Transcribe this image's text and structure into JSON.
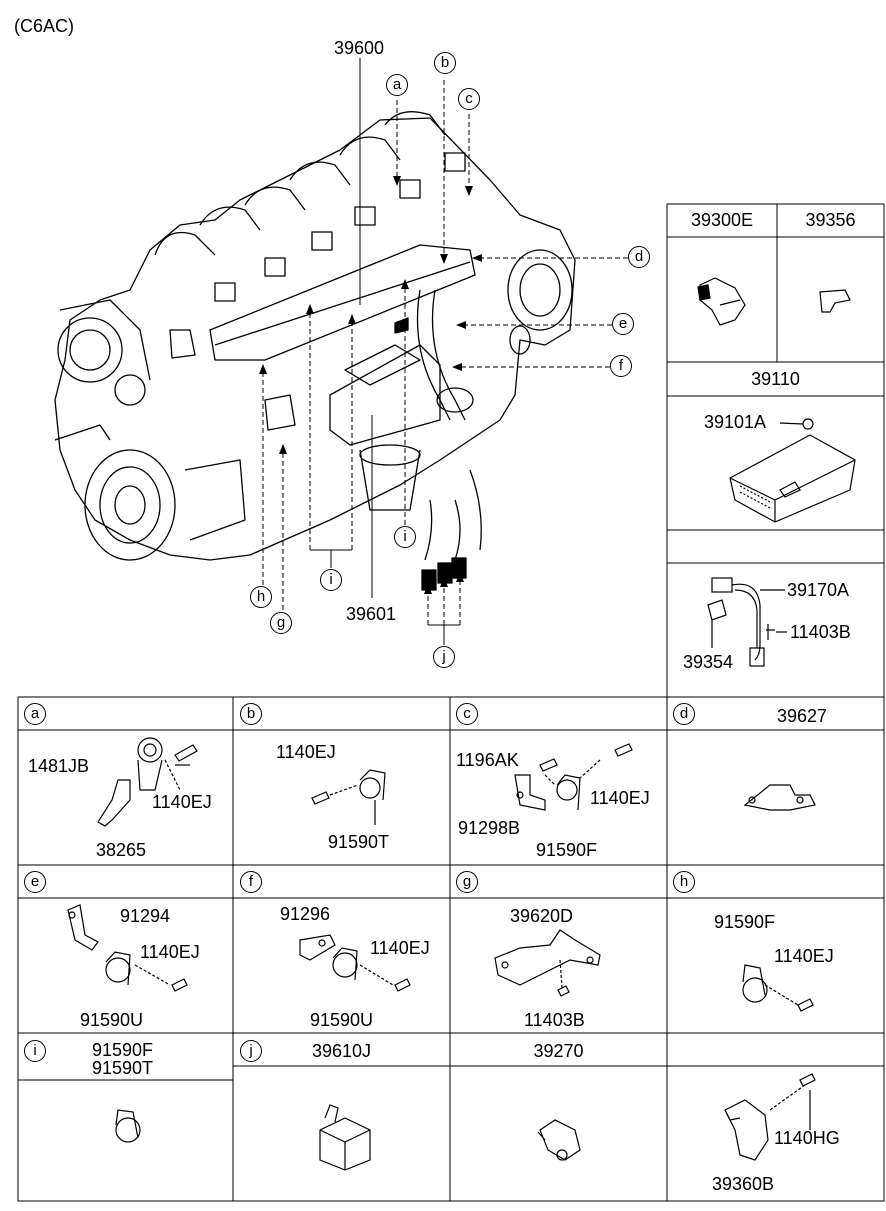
{
  "header": {
    "model_code": "(C6AC)"
  },
  "main_diagram": {
    "part_labels": {
      "harness": "39600",
      "bracket": "39601"
    },
    "callouts": [
      "a",
      "b",
      "c",
      "d",
      "e",
      "f",
      "g",
      "h",
      "i",
      "i",
      "j"
    ]
  },
  "side_panel": {
    "top_left": "39300E",
    "top_right": "39356",
    "unit_title": "39110",
    "unit_part": "39101A",
    "sensor_part": "39170A",
    "bracket_part": "39354",
    "bolt_part": "11403B"
  },
  "detail_grid": {
    "a": {
      "letter": "a",
      "parts": [
        "1481JB",
        "1140EJ",
        "38265"
      ]
    },
    "b": {
      "letter": "b",
      "parts": [
        "1140EJ",
        "91590T"
      ]
    },
    "c": {
      "letter": "c",
      "parts": [
        "1196AK",
        "1140EJ",
        "91298B",
        "91590F"
      ]
    },
    "d": {
      "letter": "d",
      "title": "39627"
    },
    "e": {
      "letter": "e",
      "parts": [
        "91294",
        "1140EJ",
        "91590U"
      ]
    },
    "f": {
      "letter": "f",
      "parts": [
        "91296",
        "1140EJ",
        "91590U"
      ]
    },
    "g": {
      "letter": "g",
      "parts": [
        "39620D",
        "11403B"
      ]
    },
    "h": {
      "letter": "h",
      "parts": [
        "91590F",
        "1140EJ"
      ]
    },
    "i": {
      "letter": "i",
      "parts": [
        "91590F",
        "91590T"
      ]
    },
    "j": {
      "letter": "j",
      "title": "39610J"
    },
    "k": {
      "title": "39270"
    },
    "l": {
      "parts": [
        "1140HG",
        "39360B"
      ]
    }
  }
}
